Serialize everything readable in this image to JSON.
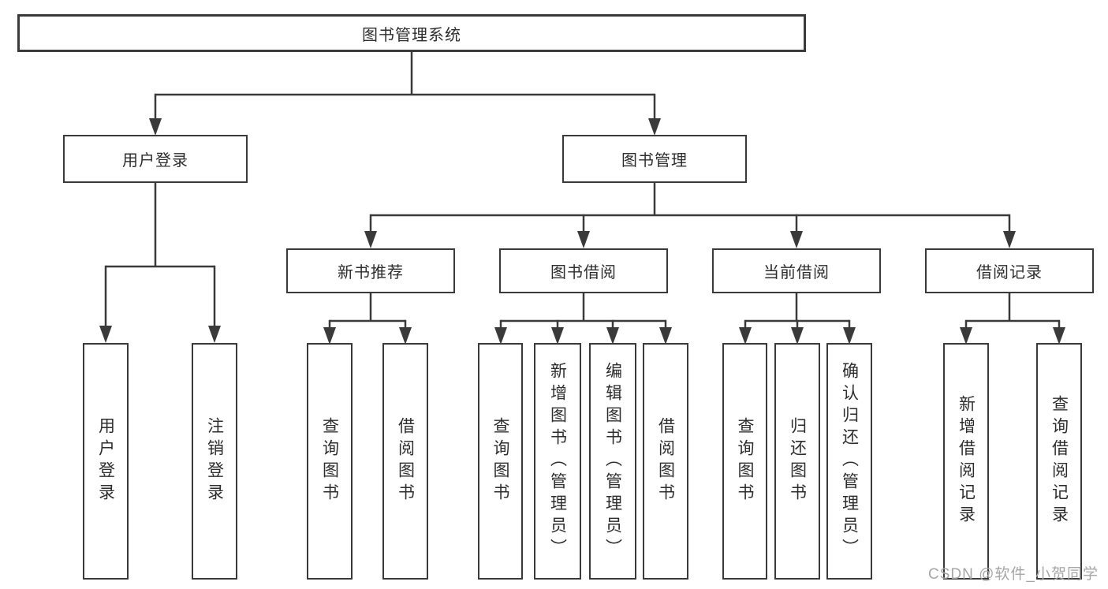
{
  "diagram": {
    "root": "图书管理系统",
    "branches": [
      {
        "label": "用户登录",
        "children": [
          {
            "label": "用户登录"
          },
          {
            "label": "注销登录"
          }
        ]
      },
      {
        "label": "图书管理",
        "children": [
          {
            "label": "新书推荐",
            "children": [
              {
                "label": "查询图书"
              },
              {
                "label": "借阅图书"
              }
            ]
          },
          {
            "label": "图书借阅",
            "children": [
              {
                "label": "查询图书"
              },
              {
                "label": "新增图书（管理员）"
              },
              {
                "label": "编辑图书（管理员）"
              },
              {
                "label": "借阅图书"
              }
            ]
          },
          {
            "label": "当前借阅",
            "children": [
              {
                "label": "查询图书"
              },
              {
                "label": "归还图书"
              },
              {
                "label": "确认归还（管理员）"
              }
            ]
          },
          {
            "label": "借阅记录",
            "children": [
              {
                "label": "新增借阅记录"
              },
              {
                "label": "查询借阅记录"
              }
            ]
          }
        ]
      }
    ],
    "colors": {
      "line": "#3a3a3a",
      "text": "#2d2d2d",
      "box_fill": "#ffffff"
    }
  },
  "watermark": {
    "text": "CSDN @软件_小贺同学",
    "color": "#a6a6a6"
  }
}
